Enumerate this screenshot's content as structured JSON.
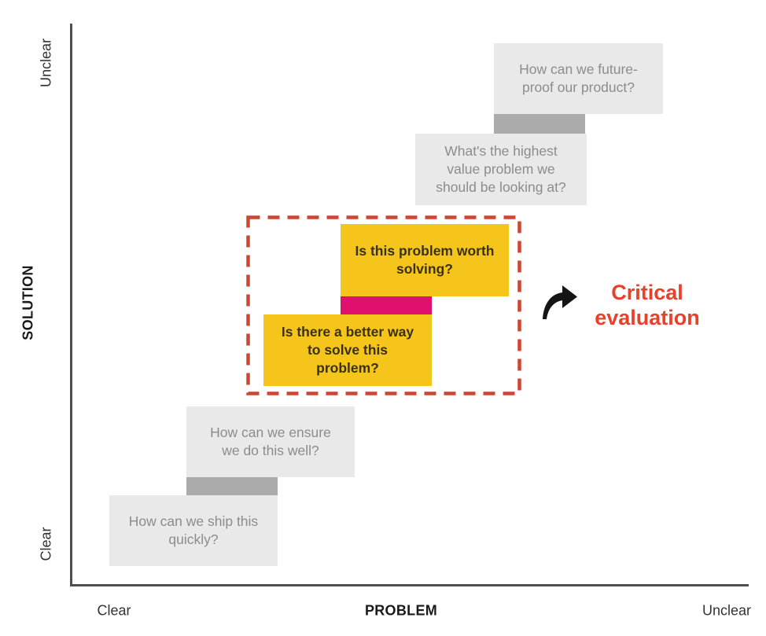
{
  "axes": {
    "y_axis_title": "SOLUTION",
    "y_top_tick": "Unclear",
    "y_bottom_tick": "Clear",
    "x_axis_title": "PROBLEM",
    "x_left_tick": "Clear",
    "x_right_tick": "Unclear"
  },
  "notes": [
    {
      "id": "future-proof",
      "style": "gray",
      "text": "How can we future-\nproof our product?"
    },
    {
      "id": "highest-value",
      "style": "gray",
      "text": "What's the highest\nvalue problem we\nshould be looking at?"
    },
    {
      "id": "worth-solving",
      "style": "yellow",
      "text": "Is this problem worth\nsolving?"
    },
    {
      "id": "better-way",
      "style": "yellow",
      "text": "Is there a better way\nto solve this\nproblem?"
    },
    {
      "id": "ensure-well",
      "style": "gray",
      "text": "How can we ensure\nwe do this well?"
    },
    {
      "id": "ship-quickly",
      "style": "gray",
      "text": "How can we ship this\nquickly?"
    }
  ],
  "annotation": {
    "label": "Critical\nevaluation",
    "icon": "curved-arrow-icon"
  },
  "colors": {
    "note_gray": "#e9e9e9",
    "connector_gray": "#ababab",
    "note_yellow": "#f6c51b",
    "connector_pink": "#e0106e",
    "dashed_border": "#cc4732",
    "annotation_red": "#e8402a",
    "axis": "#4f4f4f",
    "gray_text": "#8c8c8c",
    "yellow_text": "#3a3113"
  }
}
